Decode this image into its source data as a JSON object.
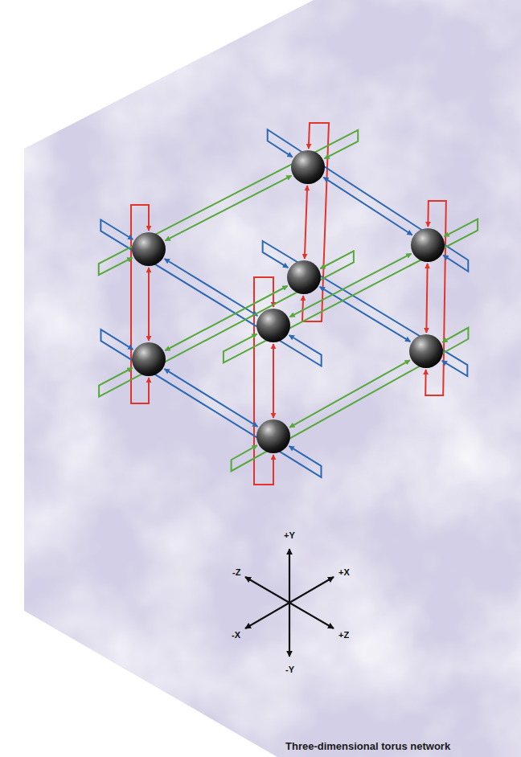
{
  "diagram": {
    "caption": "Three-dimensional torus network",
    "labels": [
      "+Y",
      "-Z",
      "+X",
      "-X",
      "+Z",
      "-Y"
    ]
  }
}
